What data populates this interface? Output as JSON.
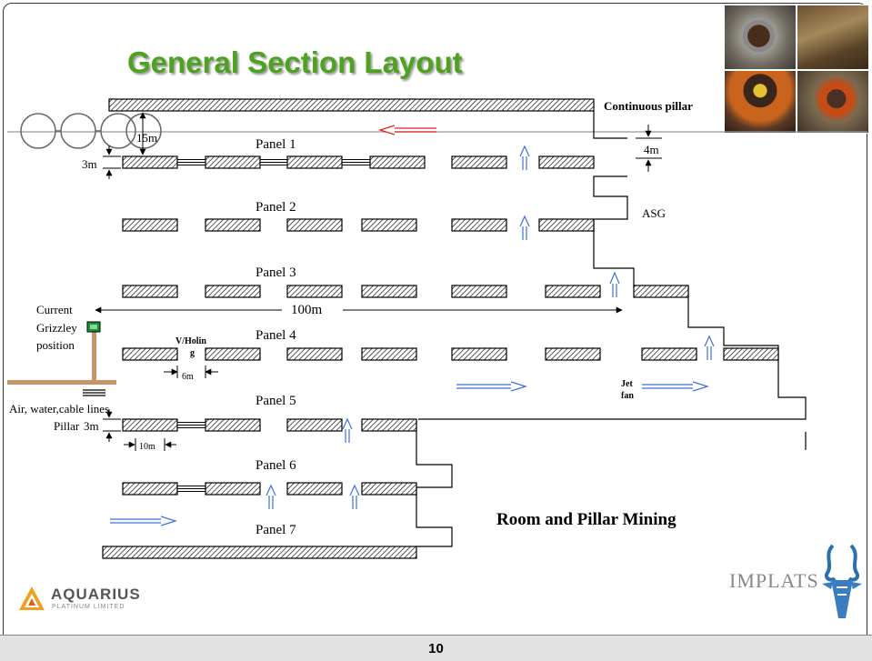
{
  "title": "General Section Layout",
  "labels": {
    "continuous_pillar": "Continuous pillar",
    "dim_15m": "15m",
    "dim_3m_top": "3m",
    "dim_4m": "4m",
    "asg": "ASG",
    "dim_100m": "100m",
    "current": "Current",
    "grizzley": "Grizzley",
    "position": "position",
    "v_holing": "V/Holin",
    "v_holing_g": "g",
    "dim_6m": "6m",
    "jet": "Jet",
    "fan": "fan",
    "services": "Air, water,cable lines",
    "pillar": "Pillar",
    "dim_3m_pillar": "3m",
    "dim_10m": "10m",
    "room_and_pillar": "Room  and Pillar Mining"
  },
  "panels": [
    {
      "label": "Panel 1"
    },
    {
      "label": "Panel 2"
    },
    {
      "label": "Panel 3"
    },
    {
      "label": "Panel 4"
    },
    {
      "label": "Panel 5"
    },
    {
      "label": "Panel 6"
    },
    {
      "label": "Panel 7"
    }
  ],
  "logos": {
    "aquarius": "AQUARIUS",
    "aquarius_sub": "PLATINUM LIMITED",
    "implats": "IMPLATS"
  },
  "colors": {
    "title": "#4da21f",
    "airflow_arrow": "#3d6fe0",
    "return_arrow": "#e02020",
    "grizzley_pipe": "#c8956a",
    "grizzley_box": "#1f8f3a"
  },
  "footer": {
    "page_number": "10"
  }
}
